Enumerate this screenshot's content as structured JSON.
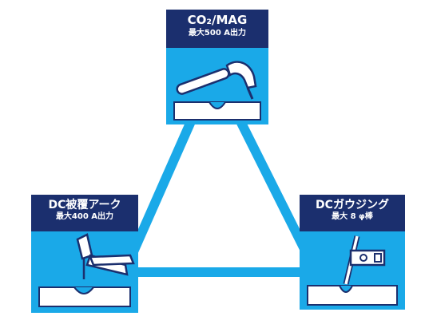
{
  "colors": {
    "panel": "#1aa9e8",
    "header": "#1b2f6e",
    "connector": "#1aa9e8",
    "outline": "#1b2f6e",
    "fill": "#ffffff"
  },
  "processes": {
    "co2_mag": {
      "title": "CO₂/MAG",
      "subtitle": "最大500 A出力",
      "icon": "welding-torch-icon"
    },
    "dc_covered_arc": {
      "title": "DC被覆アーク",
      "subtitle": "最大400 A出力",
      "icon": "electrode-holder-icon"
    },
    "dc_gouging": {
      "title": "DCガウジング",
      "subtitle": "最大 8 φ棒",
      "icon": "gouging-torch-icon"
    }
  }
}
